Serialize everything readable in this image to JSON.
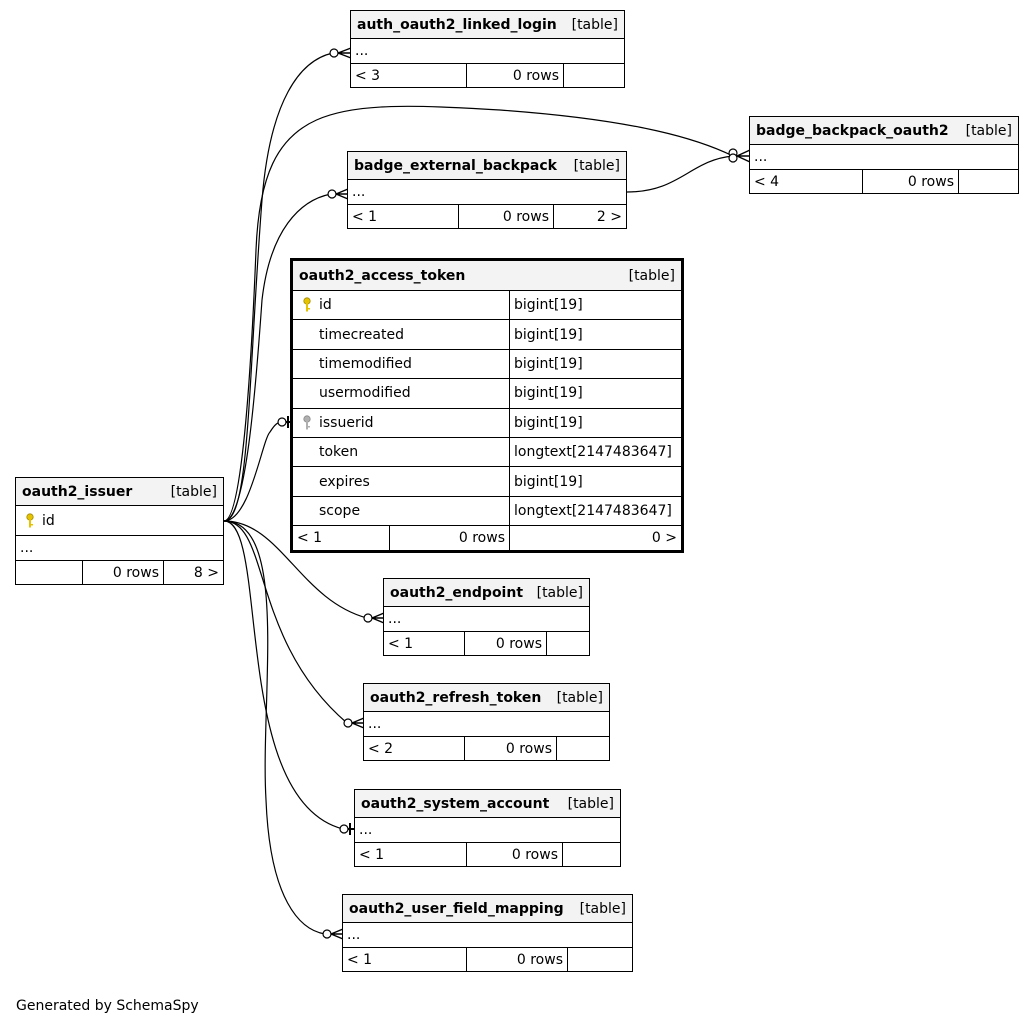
{
  "tables": {
    "auth_oauth2_linked_login": {
      "name": "auth_oauth2_linked_login",
      "kind": "[table]",
      "ellipsis": "...",
      "parents": "< 3",
      "rows": "0 rows",
      "children": ""
    },
    "badge_external_backpack": {
      "name": "badge_external_backpack",
      "kind": "[table]",
      "ellipsis": "...",
      "parents": "< 1",
      "rows": "0 rows",
      "children": "2 >"
    },
    "badge_backpack_oauth2": {
      "name": "badge_backpack_oauth2",
      "kind": "[table]",
      "ellipsis": "...",
      "parents": "< 4",
      "rows": "0 rows",
      "children": ""
    },
    "oauth2_access_token": {
      "name": "oauth2_access_token",
      "kind": "[table]",
      "columns": [
        {
          "name": "id",
          "type": "bigint[19]",
          "icon": "primary-key-icon"
        },
        {
          "name": "timecreated",
          "type": "bigint[19]",
          "icon": ""
        },
        {
          "name": "timemodified",
          "type": "bigint[19]",
          "icon": ""
        },
        {
          "name": "usermodified",
          "type": "bigint[19]",
          "icon": ""
        },
        {
          "name": "issuerid",
          "type": "bigint[19]",
          "icon": "foreign-key-icon"
        },
        {
          "name": "token",
          "type": "longtext[2147483647]",
          "icon": ""
        },
        {
          "name": "expires",
          "type": "bigint[19]",
          "icon": ""
        },
        {
          "name": "scope",
          "type": "longtext[2147483647]",
          "icon": ""
        }
      ],
      "parents": "< 1",
      "rows": "0 rows",
      "children": "0 >"
    },
    "oauth2_issuer": {
      "name": "oauth2_issuer",
      "kind": "[table]",
      "pk": "id",
      "pk_icon": "primary-key-icon",
      "ellipsis": "...",
      "parents": "",
      "rows": "0 rows",
      "children": "8 >"
    },
    "oauth2_endpoint": {
      "name": "oauth2_endpoint",
      "kind": "[table]",
      "ellipsis": "...",
      "parents": "< 1",
      "rows": "0 rows",
      "children": ""
    },
    "oauth2_refresh_token": {
      "name": "oauth2_refresh_token",
      "kind": "[table]",
      "ellipsis": "...",
      "parents": "< 2",
      "rows": "0 rows",
      "children": ""
    },
    "oauth2_system_account": {
      "name": "oauth2_system_account",
      "kind": "[table]",
      "ellipsis": "...",
      "parents": "< 1",
      "rows": "0 rows",
      "children": ""
    },
    "oauth2_user_field_mapping": {
      "name": "oauth2_user_field_mapping",
      "kind": "[table]",
      "ellipsis": "...",
      "parents": "< 1",
      "rows": "0 rows",
      "children": ""
    }
  },
  "colors": {
    "primary_key": "#e6c300",
    "foreign_key": "#b0b0b0",
    "header_bg": "#f3f3f3",
    "line": "#000000"
  },
  "credit": "Generated by SchemaSpy"
}
